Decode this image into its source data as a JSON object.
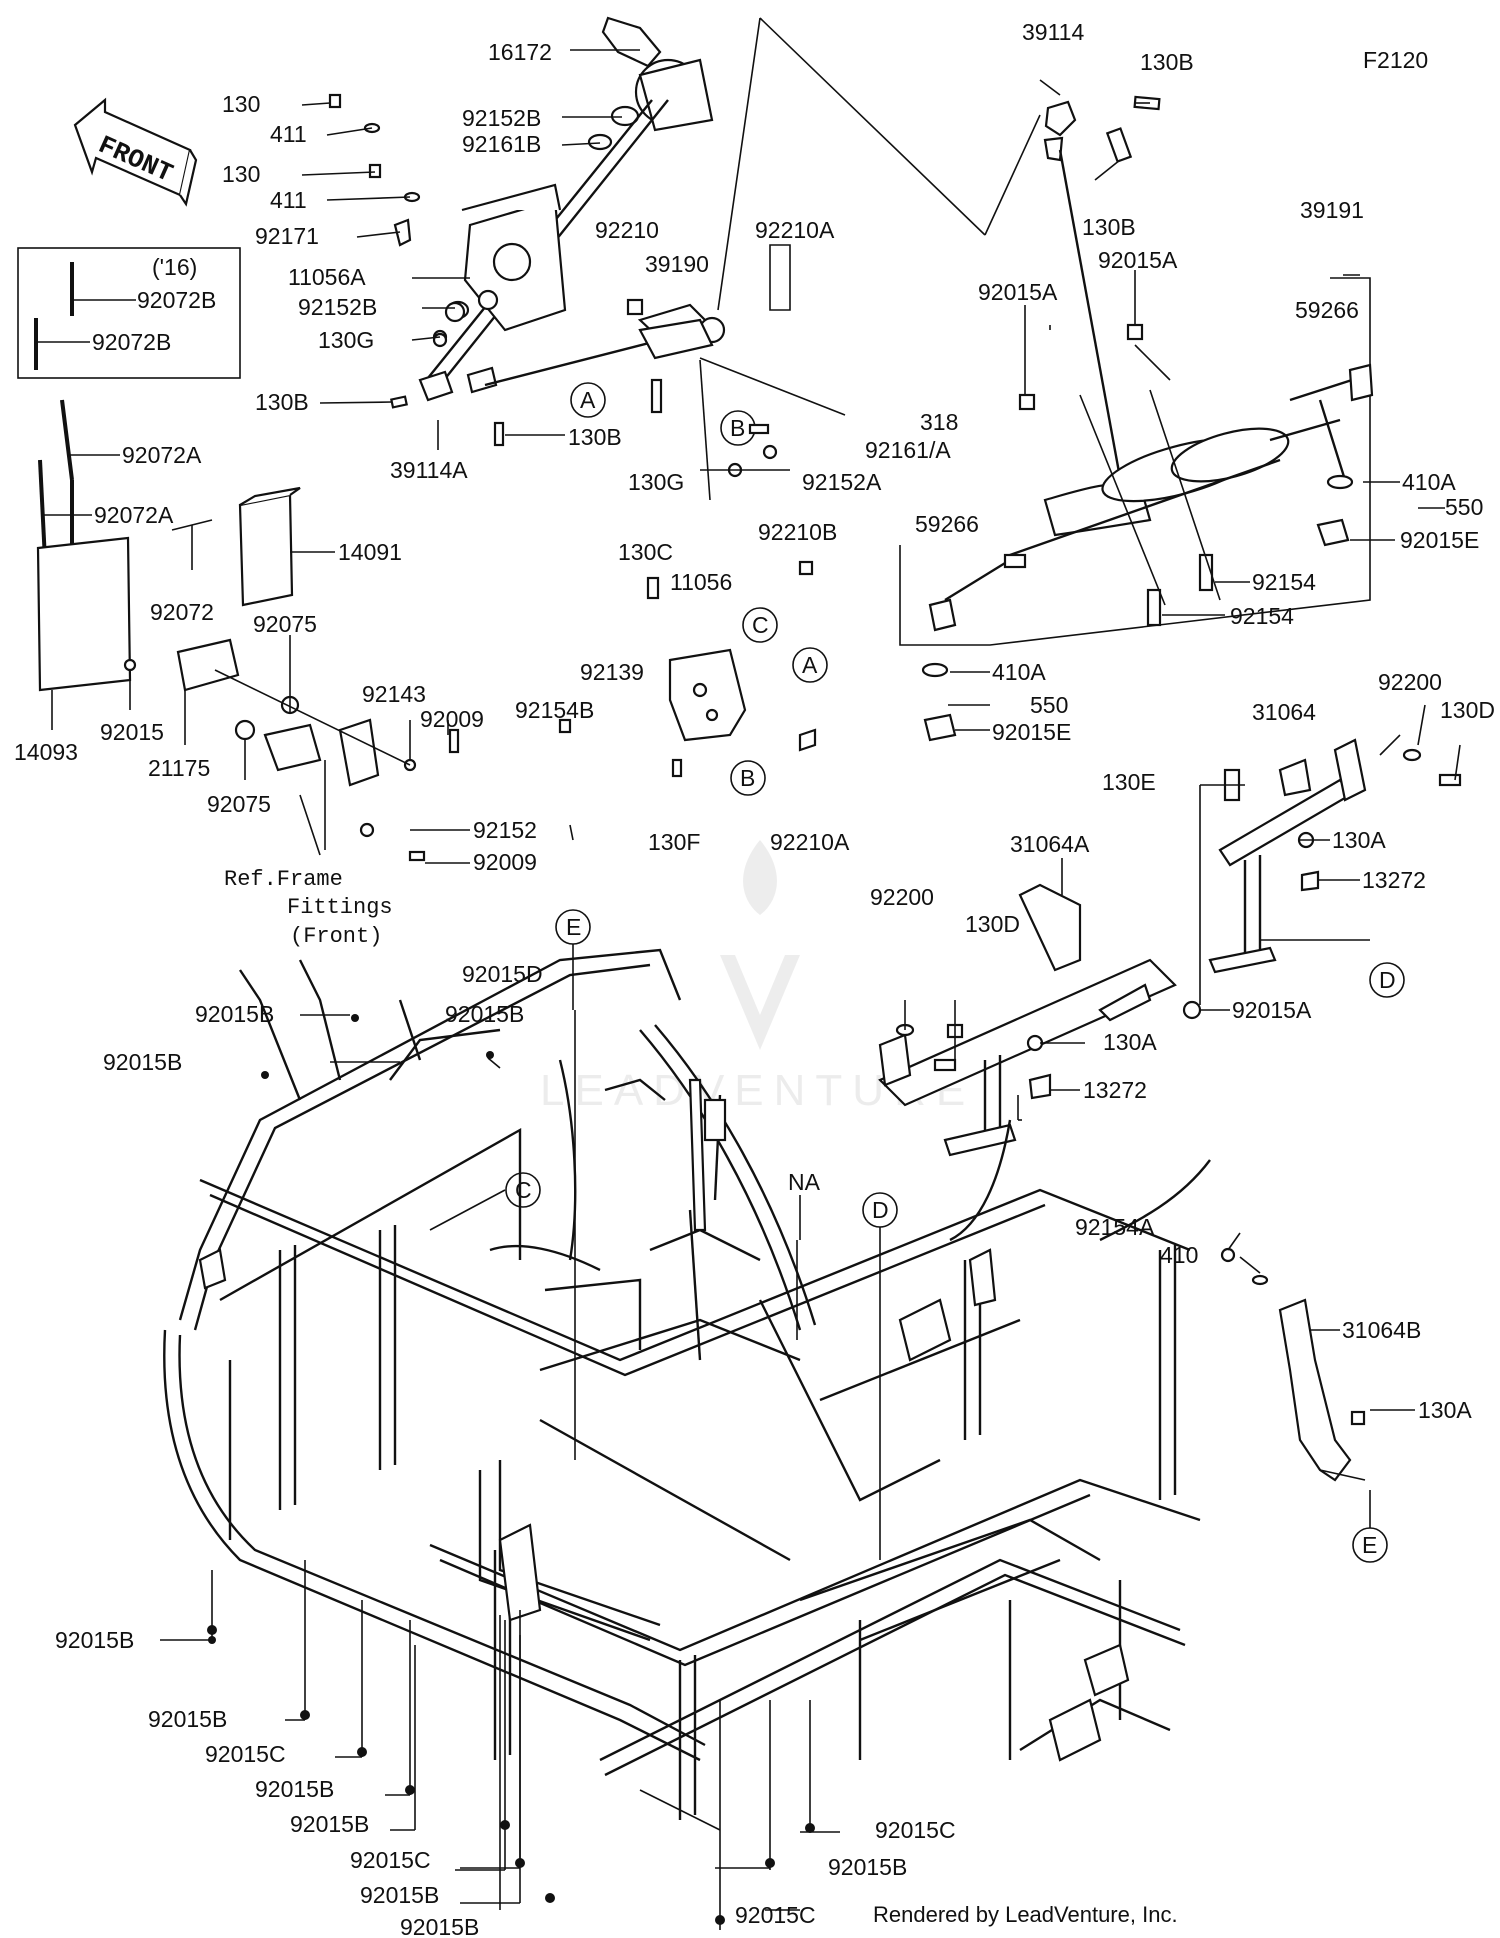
{
  "diagram": {
    "code": "F2120",
    "credit": "Rendered by LeadVenture, Inc.",
    "front_arrow": "FRONT",
    "watermark": "LEADVENTURE",
    "ref_note": [
      "Ref.Frame",
      "Fittings",
      "(Front)"
    ],
    "year_note": "('16)"
  },
  "labels": {
    "p16172": "16172",
    "p130_a": "130",
    "p411_a": "411",
    "p92152B_a": "92152B",
    "p92161B": "92161B",
    "p130_b": "130",
    "p411_b": "411",
    "p92171": "92171",
    "p11056A": "11056A",
    "p92152B_b": "92152B",
    "p130G_a": "130G",
    "p130B_a": "130B",
    "p39114A": "39114A",
    "p130B_b": "130B",
    "p92210": "92210",
    "p39190": "39190",
    "p92210A_a": "92210A",
    "p130G_b": "130G",
    "p318": "318",
    "p92161A": "92161/A",
    "p92152A": "92152A",
    "p39114": "39114",
    "p130B_c": "130B",
    "p130B_d": "130B",
    "p92015A_a": "92015A",
    "p92015A_b": "92015A",
    "p39191": "39191",
    "p59266_a": "59266",
    "p410A_a": "410A",
    "p550_a": "550",
    "p92015E_a": "92015E",
    "p59266_b": "59266",
    "p92154_a": "92154",
    "p92154_b": "92154",
    "p410A_b": "410A",
    "p550_b": "550",
    "p92015E_b": "92015E",
    "p92072B_a": "92072B",
    "p92072B_b": "92072B",
    "p92072A_a": "92072A",
    "p92072A_b": "92072A",
    "p92072": "92072",
    "p14091": "14091",
    "p14093": "14093",
    "p92015": "92015",
    "p21175": "21175",
    "p92075_a": "92075",
    "p92075_b": "92075",
    "p92143": "92143",
    "p92009_a": "92009",
    "p92152": "92152",
    "p92009_b": "92009",
    "p130C": "130C",
    "p11056": "11056",
    "p92210B": "92210B",
    "p92139": "92139",
    "p92154B": "92154B",
    "p130F": "130F",
    "p92210A_b": "92210A",
    "p31064": "31064",
    "p92200_a": "92200",
    "p130D_a": "130D",
    "p130E": "130E",
    "p130A_a": "130A",
    "p13272_a": "13272",
    "p31064A": "31064A",
    "p92200_b": "92200",
    "p130D_b": "130D",
    "p92015A_c": "92015A",
    "p130A_b": "130A",
    "p13272_b": "13272",
    "p92015D": "92015D",
    "p92015B_a": "92015B",
    "p92015B_b": "92015B",
    "p92015B_c": "92015B",
    "NA": "NA",
    "p92154A": "92154A",
    "p410": "410",
    "p31064B": "31064B",
    "p130A_c": "130A",
    "p92015B_d": "92015B",
    "p92015B_e": "92015B",
    "p92015C_a": "92015C",
    "p92015B_f": "92015B",
    "p92015B_g": "92015B",
    "p92015C_b": "92015C",
    "p92015B_h": "92015B",
    "p92015B_i": "92015B",
    "p92015C_c": "92015C",
    "p92015B_j": "92015B",
    "p92015C_d": "92015C"
  },
  "callouts": {
    "A": "A",
    "B": "B",
    "C": "C",
    "D": "D",
    "E": "E"
  }
}
